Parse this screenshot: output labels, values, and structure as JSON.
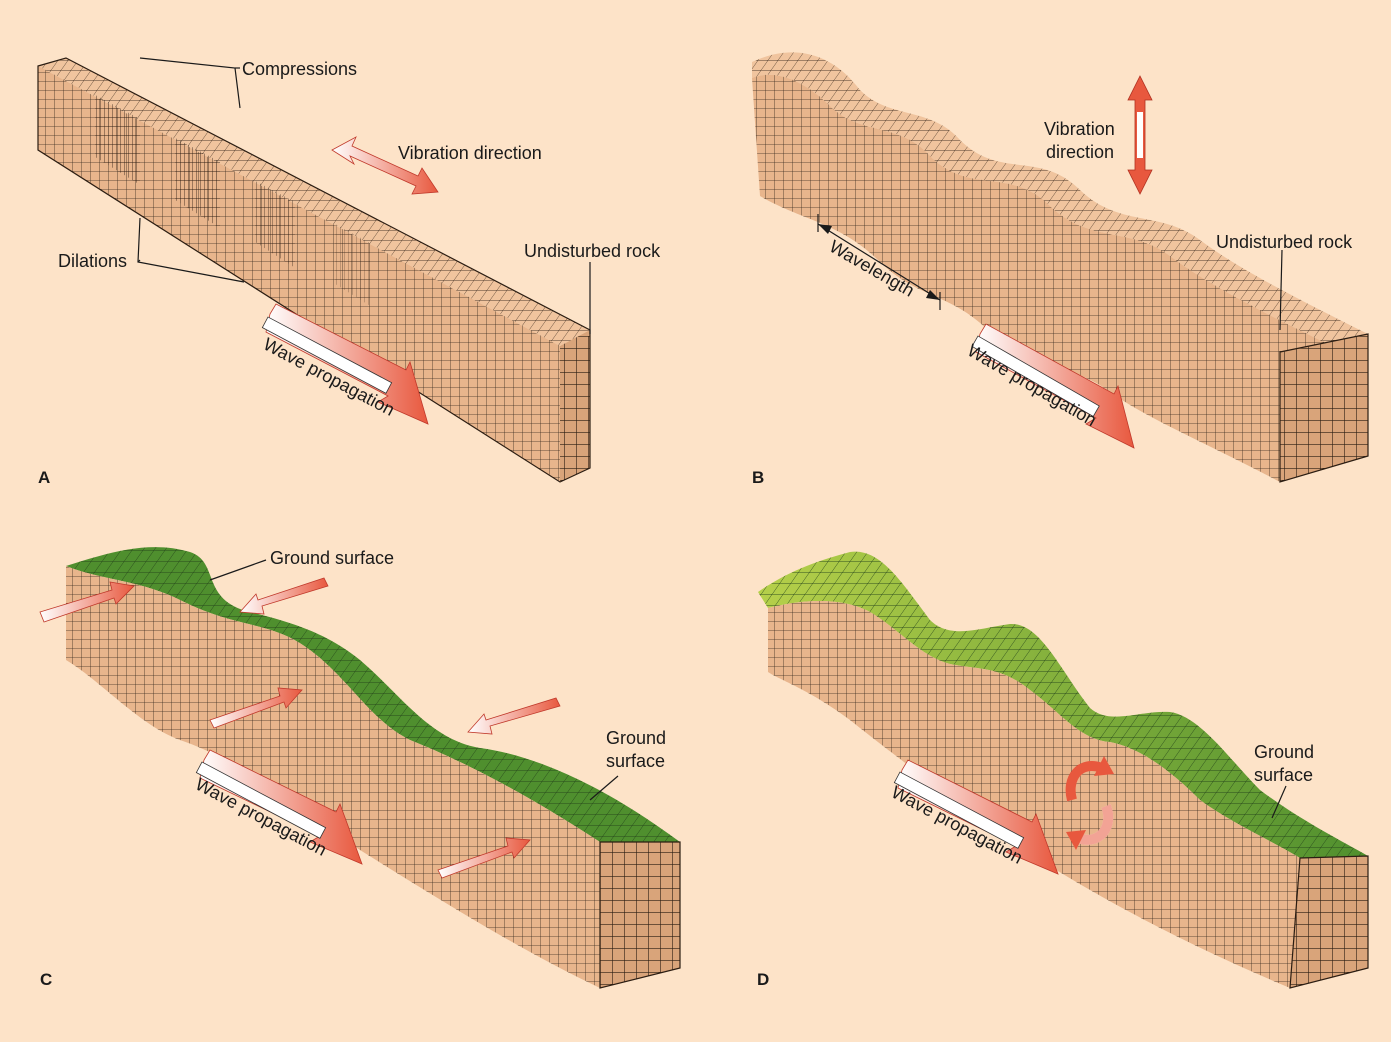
{
  "colors": {
    "background": "#fde3c8",
    "rock_face": "#e8b58c",
    "rock_side": "#d9a47a",
    "rock_top": "#f0c49e",
    "grid_line": "#3a2a1e",
    "ground_green": "#4f8f2e",
    "ground_yellow_green": "#a8c83a",
    "arrow_red": "#e8583e",
    "arrow_white": "#ffffff"
  },
  "panels": {
    "a": {
      "letter": "A",
      "compressions": "Compressions",
      "vibration": "Vibration direction",
      "dilations": "Dilations",
      "undisturbed": "Undisturbed rock",
      "propagation": "Wave propagation"
    },
    "b": {
      "letter": "B",
      "vibration_line1": "Vibration",
      "vibration_line2": "direction",
      "wavelength": "Wavelength",
      "undisturbed": "Undisturbed rock",
      "propagation": "Wave propagation"
    },
    "c": {
      "letter": "C",
      "ground_surface_top": "Ground surface",
      "ground_line1": "Ground",
      "ground_line2": "surface",
      "propagation": "Wave propagation"
    },
    "d": {
      "letter": "D",
      "ground_line1": "Ground",
      "ground_line2": "surface",
      "propagation": "Wave propagation"
    }
  }
}
